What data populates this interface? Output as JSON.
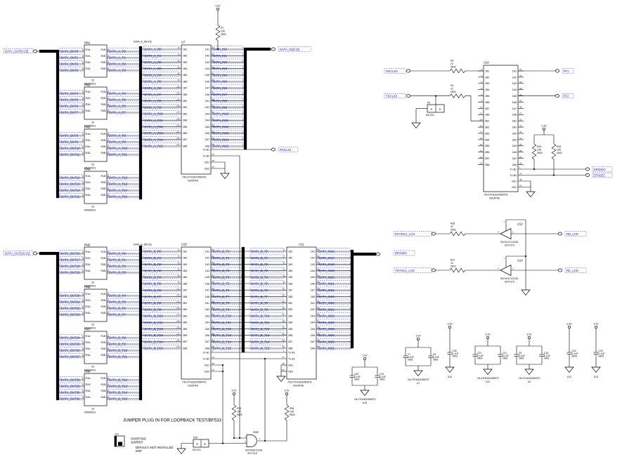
{
  "supply": "3.3V",
  "note": "JUMPER PLUG IN FOR LOOPBACK TEST/BF533",
  "legend": {
    "ref": "JL0",
    "line1": "SHORTING",
    "line2": "JUMPER",
    "line3": "DEFAULT=NOT INSTALLED",
    "line4": "DNP"
  },
  "buses": {
    "a": "DATA_A_R[0:15]",
    "b": "DATA_B_R[0:15]"
  },
  "ports": {
    "out_a": "DATA_OUT[0:15]",
    "in_a": "DATA_IN[0:15]",
    "rsclk1": "RSCLK1",
    "out_b": "DATA_OUT[16:31]",
    "rsclk0": "RSCLK0",
    "tsclk0": "TSCLK0",
    "pf1": "PF1",
    "pf2": "PF2",
    "dr0sec": "DR0SEC",
    "dt0sec": "DT0SEC",
    "rsync1_lcd": "RSYNC1_LCD",
    "rb_lcd": "RB_LCD",
    "tsync1_lcd": "TSYNC1_LCD",
    "re_lcd": "RE_LCD",
    "dr1sec": "DR1SEC"
  },
  "nets": {
    "sec1_in": [
      "DATA_OUT0",
      "DATA_OUT1",
      "DATA_OUT2",
      "DATA_OUT3",
      "DATA_OUT4",
      "DATA_OUT5",
      "DATA_OUT6",
      "DATA_OUT7",
      "DATA_OUT8",
      "DATA_OUT9",
      "DATA_OUT10",
      "DATA_OUT11",
      "DATA_OUT12",
      "DATA_OUT13",
      "DATA_OUT14",
      "DATA_OUT15"
    ],
    "sec1_mid": [
      "DATA_A_R0",
      "DATA_A_R1",
      "DATA_A_R2",
      "DATA_A_R3",
      "DATA_A_R4",
      "DATA_A_R5",
      "DATA_A_R6",
      "DATA_A_R7",
      "DATA_A_R8",
      "DATA_A_R9",
      "DATA_A_R10",
      "DATA_A_R11",
      "DATA_A_R12",
      "DATA_A_R13",
      "DATA_A_R14",
      "DATA_A_R15"
    ],
    "sec1_out": [
      "DATA_IN0",
      "DATA_IN1",
      "DATA_IN2",
      "DATA_IN3",
      "DATA_IN4",
      "DATA_IN5",
      "DATA_IN6",
      "DATA_IN7",
      "DATA_IN8",
      "DATA_IN9",
      "DATA_IN10",
      "DATA_IN11",
      "DATA_IN12",
      "DATA_IN13",
      "DATA_IN14",
      "DATA_IN15"
    ],
    "sec4_in": [
      "DATA_OUT16",
      "DATA_OUT17",
      "DATA_OUT18",
      "DATA_OUT19",
      "DATA_OUT20",
      "DATA_OUT21",
      "DATA_OUT22",
      "DATA_OUT23",
      "DATA_OUT24",
      "DATA_OUT25",
      "DATA_OUT26",
      "DATA_OUT27",
      "DATA_OUT28",
      "DATA_OUT29",
      "DATA_OUT30",
      "DATA_OUT31"
    ],
    "sec4_mid": [
      "DATA_B_R0",
      "DATA_B_R1",
      "DATA_B_R2",
      "DATA_B_R3",
      "DATA_B_R4",
      "DATA_B_R5",
      "DATA_B_R6",
      "DATA_B_R7",
      "DATA_B_R8",
      "DATA_B_R9",
      "DATA_B_R10",
      "DATA_B_R11",
      "DATA_B_R12",
      "DATA_B_R13",
      "DATA_B_R14",
      "DATA_B_R15"
    ],
    "sec4_t": [
      "DATA_B_T0",
      "DATA_B_T1",
      "DATA_B_T2",
      "DATA_B_T3",
      "DATA_B_T4",
      "DATA_B_T5",
      "DATA_B_T6",
      "DATA_B_T7",
      "DATA_B_T8",
      "DATA_B_T9",
      "DATA_B_T10",
      "DATA_B_T11",
      "DATA_B_T12",
      "DATA_B_T13",
      "DATA_B_T14",
      "DATA_B_T15"
    ],
    "sec4_out": [
      "DATA_IN16",
      "DATA_IN17",
      "DATA_IN18",
      "DATA_IN19",
      "DATA_IN20",
      "DATA_IN21",
      "DATA_IN22",
      "DATA_IN23",
      "DATA_IN24",
      "DATA_IN25",
      "DATA_IN26",
      "DATA_IN27",
      "DATA_IN28",
      "DATA_IN29",
      "DATA_IN30",
      "DATA_IN31"
    ]
  },
  "rn": {
    "value": "33",
    "part": "RN8S001",
    "refs1": [
      "RN1",
      "RN2",
      "RN3",
      "RN4"
    ],
    "refs2": [
      "RN5",
      "RN6",
      "RN7",
      "RN8"
    ],
    "pins_left": [
      "R1A",
      "R2A",
      "R3A",
      "R4A"
    ],
    "pins_right": [
      "R1B",
      "R2B",
      "R3B",
      "R4B"
    ],
    "nums_left": [
      "1",
      "2",
      "3",
      "4"
    ],
    "nums_right": [
      "8",
      "7",
      "6",
      "5"
    ]
  },
  "chip_pins": {
    "left": [
      "1B1",
      "1B2",
      "1B3",
      "1B4",
      "1B5",
      "1B6",
      "1B7",
      "1B8",
      "2B1",
      "2B2",
      "2B3",
      "2B4",
      "2B5",
      "2B6",
      "2B7",
      "2B8"
    ],
    "right": [
      "1A1",
      "1A2",
      "1A3",
      "1A4",
      "1A5",
      "1A6",
      "1A7",
      "1A8",
      "2A1",
      "2A2",
      "2A3",
      "2A4",
      "2A5",
      "2A6",
      "2A7",
      "2A8"
    ],
    "left_nums": [
      "2",
      "3",
      "5",
      "6",
      "8",
      "9",
      "11",
      "12",
      "14",
      "15",
      "17",
      "18",
      "20",
      "21",
      "23",
      "24"
    ],
    "right_nums": [
      "47",
      "46",
      "44",
      "43",
      "41",
      "40",
      "38",
      "37",
      "35",
      "34",
      "32",
      "31",
      "29",
      "28",
      "26",
      "25"
    ],
    "ctrl_b": [
      "Tx-B1",
      "Tx-B2",
      "OE1",
      "OE2"
    ],
    "ctrl_a": [
      "Tx-A1",
      "Tx-A2",
      "OE1",
      "OE2"
    ],
    "ctrl_nums": [
      "1",
      "24",
      "48",
      "25"
    ]
  },
  "chips": {
    "u7": {
      "ref": "U7",
      "part": "74LVTH162245MTD",
      "pkg": "SSOP48"
    },
    "u10": {
      "ref": "U10",
      "part": "74LVTH162245MTD",
      "pkg": "SSOP48"
    },
    "u15": {
      "ref": "U15",
      "part": "74LVTH162245MTD",
      "pkg": "SSOP48"
    },
    "u11": {
      "ref": "U11",
      "part": "74LVTH162245MTD",
      "pkg": "SSOP48"
    }
  },
  "resistors": {
    "r7": {
      "ref": "R7",
      "value": "10K",
      "size": "0603"
    },
    "r3": {
      "ref": "R3",
      "value": "22",
      "size": "0603"
    },
    "r4": {
      "ref": "R4",
      "value": "22",
      "size": "0603"
    },
    "r44": {
      "ref": "R44",
      "value": "10K",
      "size": "0603"
    },
    "r45": {
      "ref": "R45",
      "value": "10K",
      "size": "0603"
    },
    "r23": {
      "ref": "R23",
      "value": "10K",
      "size": "0603"
    },
    "r36": {
      "ref": "R36",
      "value": "10K",
      "size": "0603"
    },
    "r26": {
      "ref": "R26",
      "value": "22",
      "size": "0603"
    },
    "r27": {
      "ref": "R27",
      "value": "22",
      "size": "0603"
    }
  },
  "jumpers": {
    "pin_symbol": "+",
    "p6": {
      "ref": "P6",
      "part": "IDC2X1"
    },
    "p36": {
      "ref": "P36",
      "part": "IDC2X1"
    }
  },
  "gate": {
    "ref": "U13",
    "part": "SN74AHC1G08",
    "pkg": "SOT23-5",
    "pin1": "1",
    "pin2": "2",
    "pin4": "4"
  },
  "lcd_buffers": {
    "u12": {
      "ref": "U12",
      "part": "SN74LVC1G125",
      "pkg": "SOT23-5",
      "en": "1",
      "in": "2",
      "out": "4"
    },
    "u14": {
      "ref": "U14",
      "part": "SN74LVC1G125",
      "pkg": "SOT23-5",
      "en": "1",
      "in": "2",
      "out": "4"
    }
  },
  "caps": {
    "part": "74LVTH162245MTD",
    "groups": [
      {
        "ref": "U15",
        "caps": [
          {
            "ref": "C30",
            "value": "0.1UF",
            "size": "0603"
          },
          {
            "ref": "C19",
            "value": "0.1UF",
            "size": "0603"
          }
        ]
      },
      {
        "ref": "U7",
        "caps": [
          {
            "ref": "C7",
            "value": "0.1UF",
            "size": "0603"
          },
          {
            "ref": "C8",
            "value": "0.1UF",
            "size": "0603"
          }
        ]
      },
      {
        "ref": "U10",
        "caps": [
          {
            "ref": "C28",
            "value": "0.1UF",
            "size": "0603"
          }
        ]
      },
      {
        "ref": "U11",
        "caps": [
          {
            "ref": "C22",
            "value": "0.1UF",
            "size": "0603"
          },
          {
            "ref": "C21",
            "value": "0.1UF",
            "size": "0603"
          }
        ]
      },
      {
        "ref": "U2",
        "caps": [
          {
            "ref": "C9",
            "value": "0.1UF",
            "size": "0603"
          },
          {
            "ref": "C18",
            "value": "0.1UF",
            "size": "0603"
          }
        ]
      },
      {
        "ref": "U12",
        "caps": [
          {
            "ref": "C24",
            "value": "0.1UF",
            "size": "0603"
          }
        ]
      },
      {
        "ref": "U14",
        "caps": [
          {
            "ref": "C33",
            "value": "0.1UF",
            "size": "0603"
          }
        ]
      }
    ]
  }
}
